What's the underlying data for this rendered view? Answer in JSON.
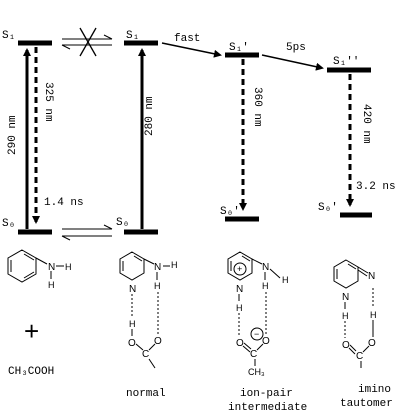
{
  "states": {
    "s1_left": "S₁",
    "s0_left": "S₀",
    "s1_mid": "S₁",
    "s0_mid": "S₀",
    "s1_prime": "S₁'",
    "s0_prime_1": "S₀'",
    "s1_double_prime": "S₁''",
    "s0_prime_2": "S₀'"
  },
  "transitions": {
    "abs_left": "290 nm",
    "em_left": "325 nm",
    "lifetime_left": "1.4 ns",
    "abs_mid": "280 nm",
    "em_prime": "360 nm",
    "em_double_prime": "420 nm",
    "lifetime_right": "3.2 ns",
    "fast": "fast",
    "five_ps": "5ps"
  },
  "molecule_labels": {
    "acid": "CH₃COOH",
    "plus": "+",
    "normal": "normal",
    "ion_pair_line1": "ion-pair",
    "ion_pair_line2": "intermediate",
    "imino_line1": "imino",
    "imino_line2": "tautomer"
  },
  "atoms": {
    "N": "N",
    "H": "H",
    "O": "O",
    "C": "C",
    "CH3": "CH₃",
    "plus_charge": "+",
    "minus_charge": "−"
  }
}
